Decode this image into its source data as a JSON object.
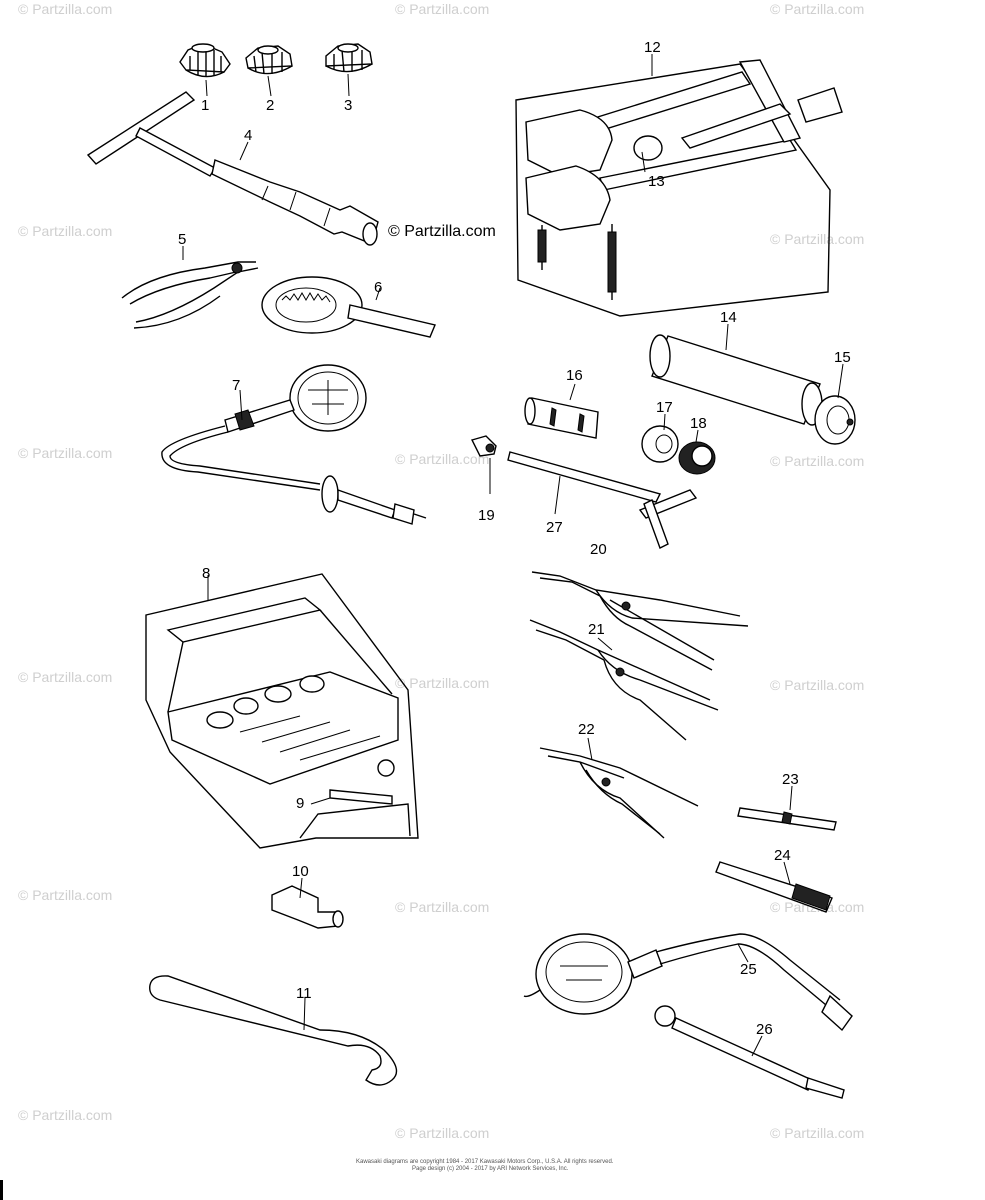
{
  "watermark": {
    "main": "© Partzilla.com",
    "tile": "© Partzilla.com"
  },
  "callouts": [
    {
      "id": "1",
      "text": "1"
    },
    {
      "id": "2",
      "text": "2"
    },
    {
      "id": "3",
      "text": "3"
    },
    {
      "id": "4",
      "text": "4"
    },
    {
      "id": "5",
      "text": "5"
    },
    {
      "id": "6",
      "text": "6"
    },
    {
      "id": "7",
      "text": "7"
    },
    {
      "id": "8",
      "text": "8"
    },
    {
      "id": "9",
      "text": "9"
    },
    {
      "id": "10",
      "text": "10"
    },
    {
      "id": "11",
      "text": "11"
    },
    {
      "id": "12",
      "text": "12"
    },
    {
      "id": "13",
      "text": "13"
    },
    {
      "id": "14",
      "text": "14"
    },
    {
      "id": "15",
      "text": "15"
    },
    {
      "id": "16",
      "text": "16"
    },
    {
      "id": "17",
      "text": "17"
    },
    {
      "id": "18",
      "text": "18"
    },
    {
      "id": "19",
      "text": "19"
    },
    {
      "id": "20",
      "text": "20"
    },
    {
      "id": "21",
      "text": "21"
    },
    {
      "id": "22",
      "text": "22"
    },
    {
      "id": "23",
      "text": "23"
    },
    {
      "id": "24",
      "text": "24"
    },
    {
      "id": "25",
      "text": "25"
    },
    {
      "id": "26",
      "text": "26"
    },
    {
      "id": "27",
      "text": "27"
    }
  ],
  "footer": {
    "line1": "Kawasaki diagrams are copyright 1984 - 2017 Kawasaki Motors Corp., U.S.A. All rights reserved.",
    "line2": "Page design (c) 2004 - 2017 by ARI Network Services, Inc."
  }
}
